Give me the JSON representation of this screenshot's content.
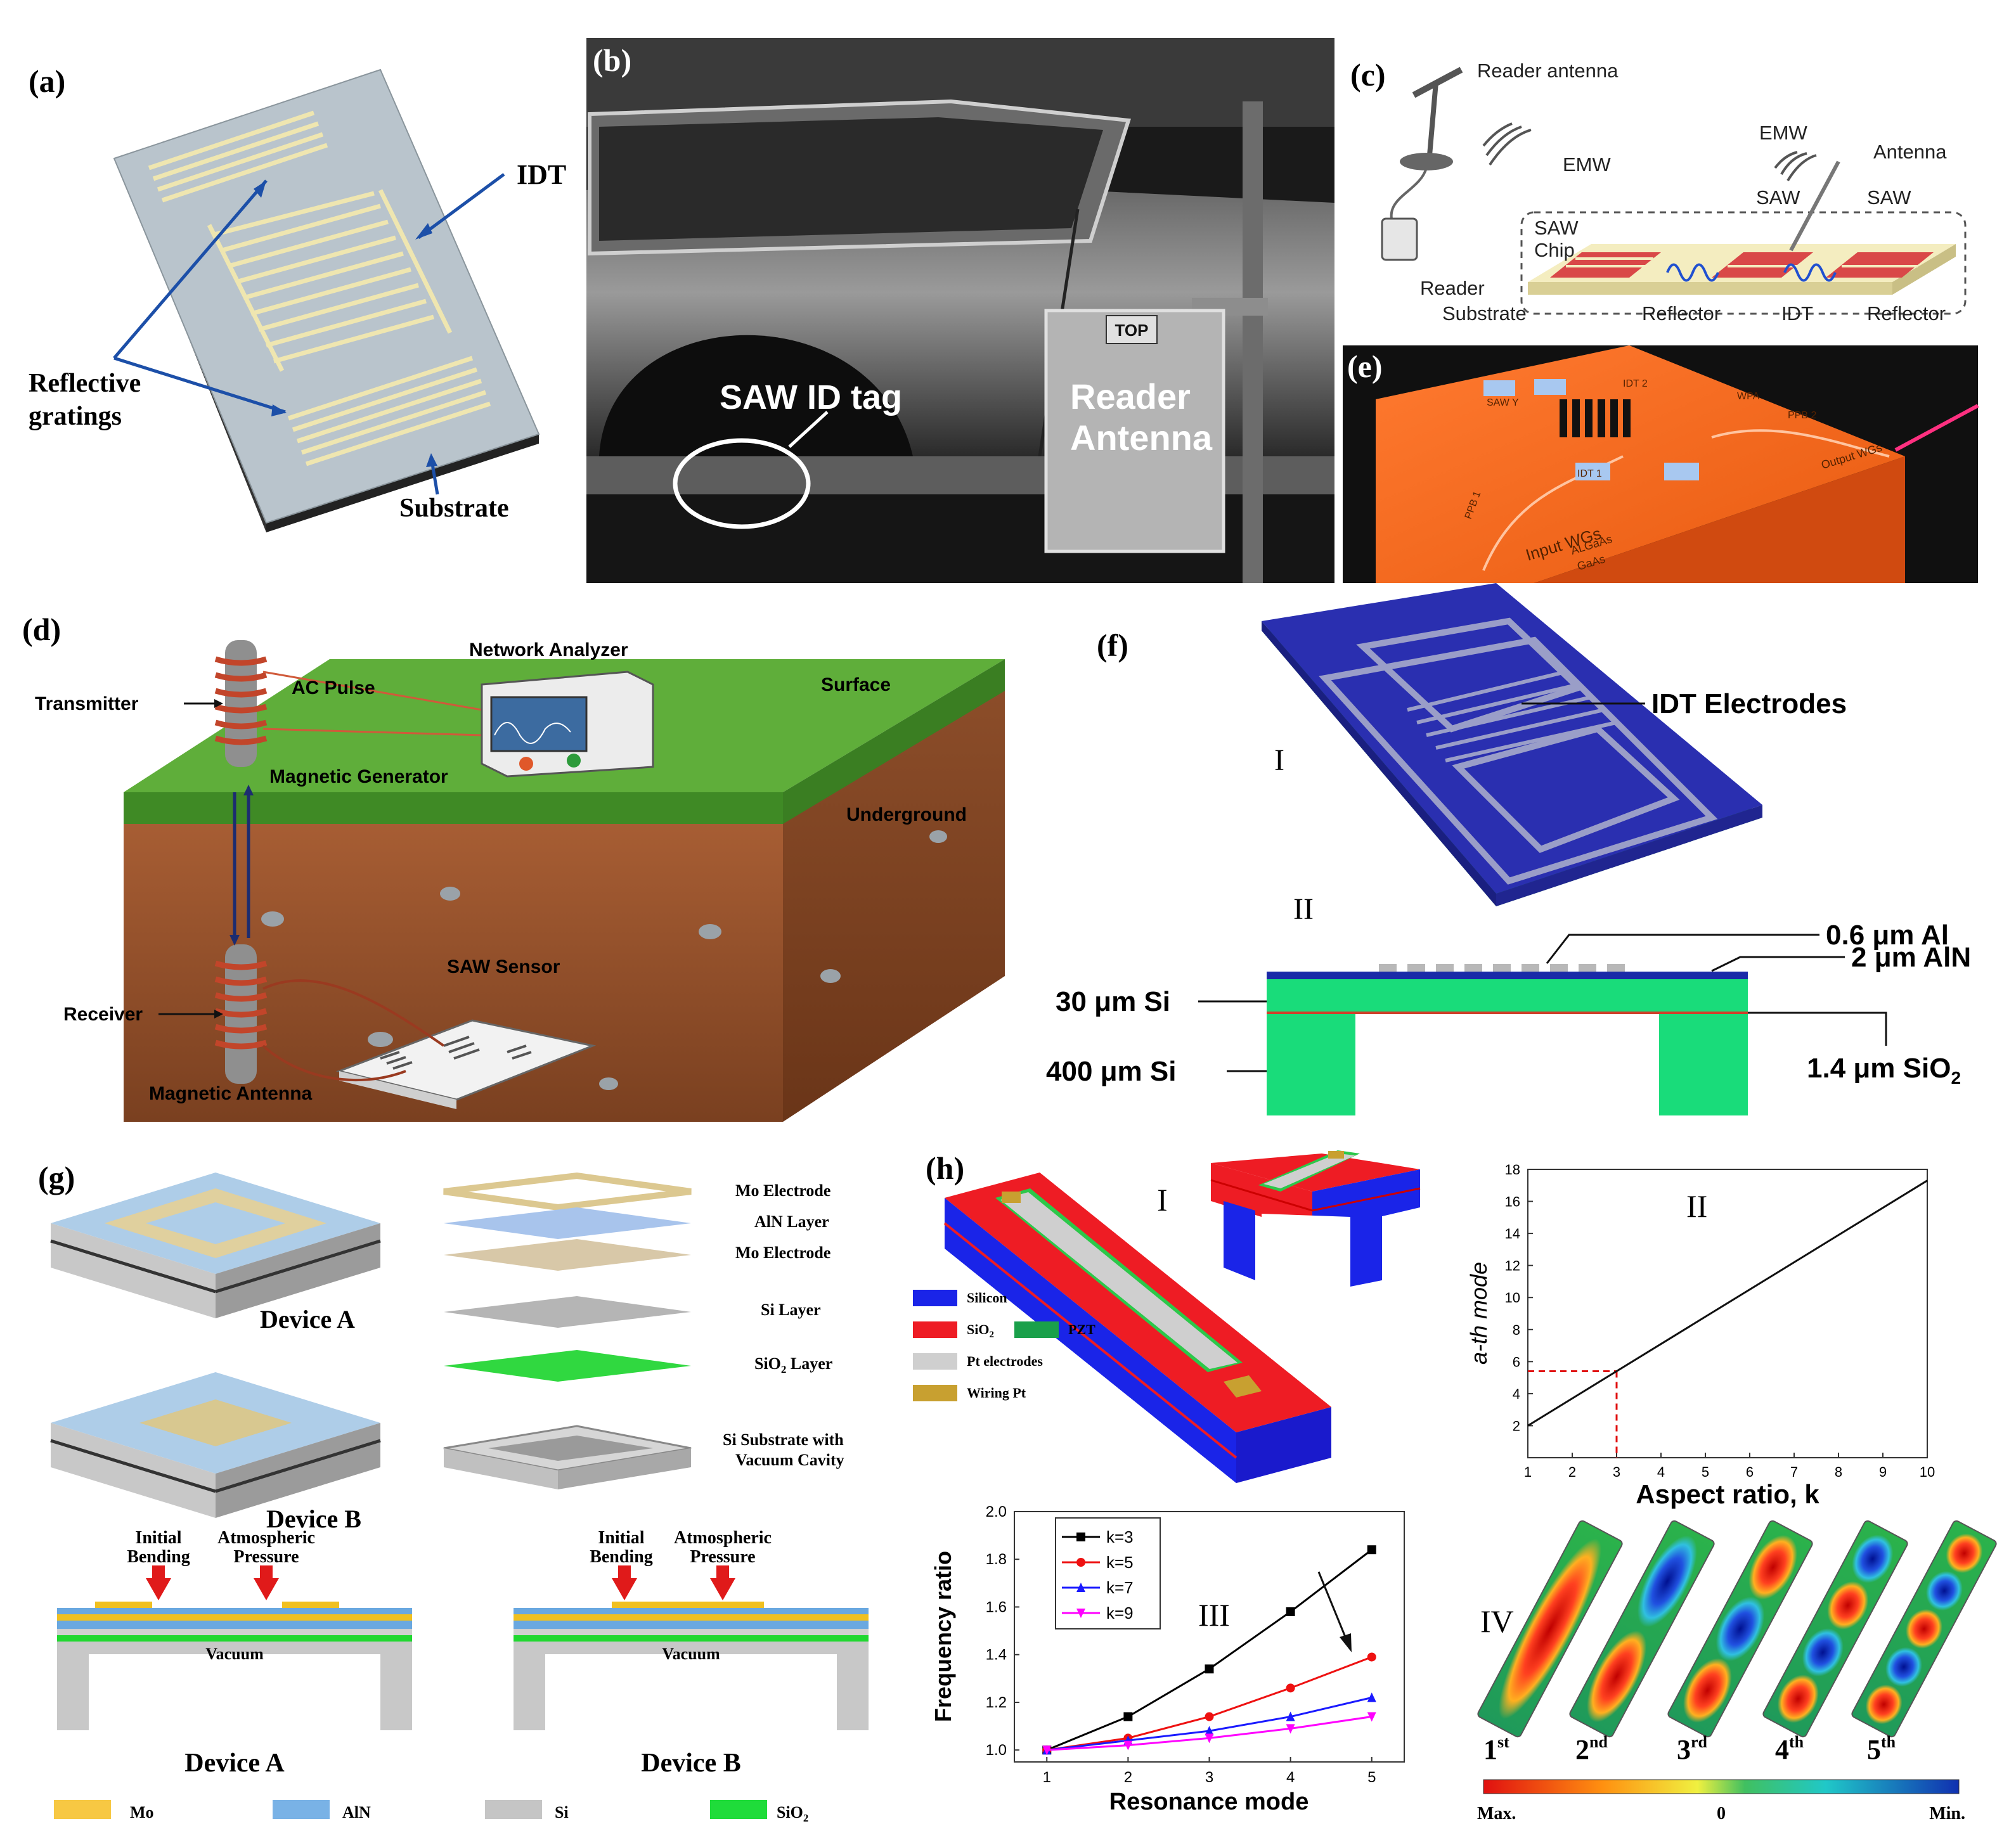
{
  "panel_a": {
    "letter": "(a)",
    "idt": "IDT",
    "reflective_line1": "Reflective",
    "reflective_line2": "gratings",
    "substrate": "Substrate"
  },
  "panel_b": {
    "letter": "(b)",
    "saw_tag": "SAW ID tag",
    "top_label": "TOP",
    "reader_line1": "Reader",
    "reader_line2": "Antenna"
  },
  "panel_c": {
    "letter": "(c)",
    "reader_antenna": "Reader antenna",
    "emw_left": "EMW",
    "emw_right": "EMW",
    "antenna": "Antenna",
    "saw_left": "SAW",
    "saw_right": "SAW",
    "saw_chip_line1": "SAW",
    "saw_chip_line2": "Chip",
    "reader": "Reader",
    "substrate": "Substrate",
    "reflector_left": "Reflector",
    "idt": "IDT",
    "reflector_right": "Reflector"
  },
  "panel_d": {
    "letter": "(d)",
    "network_analyzer": "Network Analyzer",
    "transmitter": "Transmitter",
    "ac_pulse": "AC Pulse",
    "magnetic_generator": "Magnetic Generator",
    "surface": "Surface",
    "underground": "Underground",
    "receiver": "Receiver",
    "saw_sensor": "SAW Sensor",
    "magnetic_antenna": "Magnetic Antenna"
  },
  "panel_e": {
    "letter": "(e)",
    "input_wgs": "Input WGs",
    "output_wgs": "Output WGs",
    "algaas": "ALGaAs",
    "gaas": "GaAs",
    "saw_y": "SAW Y",
    "idt_1": "IDT 1",
    "idt_2": "IDT 2",
    "ppb_1": "PPB 1",
    "ppb_2": "PPB 2",
    "wpa": "WPA"
  },
  "panel_f": {
    "letter": "(f)",
    "roman_1": "I",
    "roman_2": "II",
    "idt_electrodes": "IDT Electrodes",
    "al": "0.6 μm Al",
    "aln": "2 μm AlN",
    "si30": "30 μm Si",
    "si400": "400 μm Si",
    "sio2_prefix": "1.4 μm SiO",
    "sio2_sub": "2"
  },
  "panel_g": {
    "letter": "(g)",
    "device_a": "Device A",
    "device_b": "Device B",
    "mo_top": "Mo Electrode",
    "aln_layer": "AlN Layer",
    "mo_bottom": "Mo Electrode",
    "si_layer": "Si Layer",
    "sio2_prefix": "SiO",
    "sio2_sub": "2",
    "sio2_suffix": " Layer",
    "si_sub_line1": "Si Substrate with",
    "si_sub_line2": "Vacuum Cavity",
    "initial_line1": "Initial",
    "initial_line2": "Bending",
    "atm_line1": "Atmospheric",
    "atm_line2": "Pressure",
    "vacuum": "Vacuum",
    "legend_mo": "Mo",
    "legend_aln": "AlN",
    "legend_si": "Si",
    "legend_sio2_prefix": "SiO",
    "legend_sio2_sub": "2"
  },
  "panel_h": {
    "letter": "(h)",
    "roman_1": "I",
    "roman_2": "II",
    "roman_3": "III",
    "roman_4": "IV",
    "legend_silicon": "Silicon",
    "legend_sio2_prefix": "SiO",
    "legend_sio2_sub": "2",
    "legend_pzt": "PZT",
    "legend_pt": "Pt electrodes",
    "legend_wiring": "Wiring Pt",
    "mode_1": "1",
    "mode_1_sup": "st",
    "mode_2": "2",
    "mode_2_sup": "nd",
    "mode_3": "3",
    "mode_3_sup": "rd",
    "mode_4": "4",
    "mode_4_sup": "th",
    "mode_5": "5",
    "mode_5_sup": "th",
    "scale_max": "Max.",
    "scale_zero": "0",
    "scale_min": "Min."
  },
  "chart_data": [
    {
      "type": "line",
      "xlabel": "Aspect ratio, k",
      "ylabel": "a-th mode",
      "xlim": [
        1,
        10
      ],
      "ylim": [
        0,
        18
      ],
      "x_ticks": [
        "1",
        "2",
        "3",
        "4",
        "5",
        "6",
        "7",
        "8",
        "9",
        "10"
      ],
      "y_ticks": [
        "2",
        "4",
        "6",
        "8",
        "10",
        "12",
        "14",
        "16",
        "18"
      ],
      "series": [
        {
          "x": [
            1,
            10
          ],
          "y": [
            2,
            17.3
          ]
        }
      ],
      "annotation": {
        "x": 3,
        "y": 5.4,
        "style": "red dashed guide"
      }
    },
    {
      "type": "line",
      "xlabel": "Resonance mode",
      "ylabel": "Frequency ratio",
      "xlim": [
        0.6,
        5.4
      ],
      "ylim": [
        0.95,
        2.0
      ],
      "x_ticks": [
        "1",
        "2",
        "3",
        "4",
        "5"
      ],
      "y_ticks": [
        "1.0",
        "1.2",
        "1.4",
        "1.6",
        "1.8",
        "2.0"
      ],
      "series": [
        {
          "name": "k=3",
          "color": "#000000",
          "marker": "square",
          "x": [
            1,
            2,
            3,
            4,
            5
          ],
          "y": [
            1.0,
            1.14,
            1.34,
            1.58,
            1.84
          ]
        },
        {
          "name": "k=5",
          "color": "#ee1111",
          "marker": "circle",
          "x": [
            1,
            2,
            3,
            4,
            5
          ],
          "y": [
            1.0,
            1.05,
            1.14,
            1.26,
            1.39
          ]
        },
        {
          "name": "k=7",
          "color": "#1a1aff",
          "marker": "triangle-up",
          "x": [
            1,
            2,
            3,
            4,
            5
          ],
          "y": [
            1.0,
            1.04,
            1.08,
            1.14,
            1.22
          ]
        },
        {
          "name": "k=9",
          "color": "#ff00ff",
          "marker": "triangle-down",
          "x": [
            1,
            2,
            3,
            4,
            5
          ],
          "y": [
            1.0,
            1.02,
            1.05,
            1.09,
            1.14
          ]
        }
      ]
    }
  ]
}
